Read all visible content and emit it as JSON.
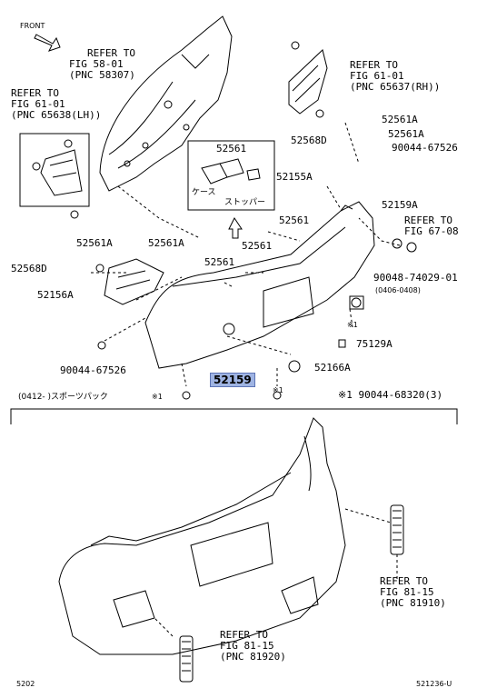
{
  "front_label": "FRONT",
  "refs": {
    "fig58": [
      "REFER TO",
      "FIG 58-01",
      "(PNC 58307)"
    ],
    "fig61_rh": [
      "REFER TO",
      "FIG 61-01",
      "(PNC 65637(RH))"
    ],
    "fig61_lh": [
      "REFER TO",
      "FIG 61-01",
      "(PNC 65638(LH))"
    ],
    "fig67": [
      "REFER TO",
      "FIG 67-08"
    ],
    "fig81_a": [
      "REFER TO",
      "FIG 81-15",
      "(PNC 81910)"
    ],
    "fig81_b": [
      "REFER TO",
      "FIG 81-15",
      "(PNC 81920)"
    ]
  },
  "parts": {
    "p52561a_top": "52561A",
    "p52561a_mid": "52561A",
    "p90044_top": "90044-67526",
    "p52568d_top": "52568D",
    "p52155a": "52155A",
    "p52159a": "52159A",
    "p52561_box": "52561",
    "p52561_1": "52561",
    "p52561_2": "52561",
    "p52561_3": "52561",
    "p52561a_left1": "52561A",
    "p52561a_left2": "52561A",
    "p52568d_left": "52568D",
    "p52156a": "52156A",
    "p90048": "90048-74029-01",
    "p90048_date": "(0406-0408)",
    "p75129a": "75129A",
    "p52166a": "52166A",
    "p90044_bottom": "90044-67526",
    "p52159_main": "52159",
    "note_star1_right": "※1  90044-68320(3)",
    "star_a": "※1",
    "star_b": "※1",
    "star_c": "※1"
  },
  "inset": {
    "case_label": "ケース",
    "stopper_label": "ストッパー"
  },
  "variant_label": "(0412-   )スポーツパック",
  "footer": {
    "left": "5202",
    "right": "521236-U"
  },
  "colors": {
    "highlight": "#9fb4e3",
    "line": "#000000"
  }
}
